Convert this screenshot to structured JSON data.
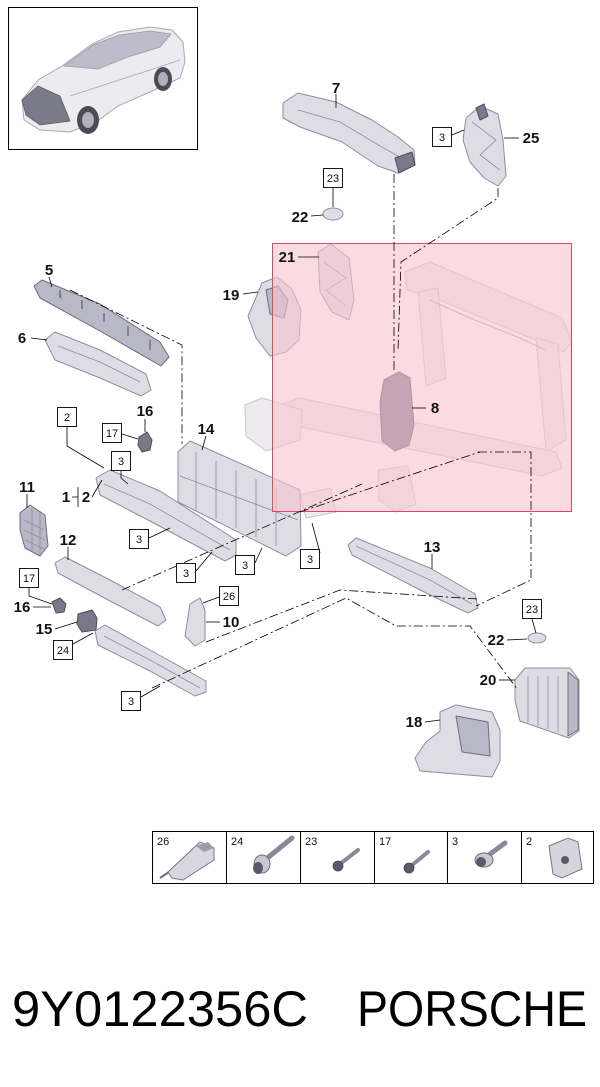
{
  "colors": {
    "highlight_fill": "#f7c3cf",
    "highlight_stroke": "#e2475e",
    "part_fill": "#dedde5",
    "line": "#000000"
  },
  "thumbnail": {
    "icon": "suv-vehicle-icon"
  },
  "callouts": [
    "7",
    "25",
    "22",
    "21",
    "19",
    "5",
    "6",
    "8",
    "16",
    "14",
    "11",
    "1",
    "2",
    "12",
    "13",
    "16",
    "10",
    "15",
    "22",
    "20",
    "18"
  ],
  "boxed_refs": [
    "3",
    "23",
    "2",
    "17",
    "3",
    "3",
    "3",
    "3",
    "3",
    "17",
    "26",
    "24",
    "3",
    "23"
  ],
  "fasteners": [
    {
      "ref": "26",
      "icon": "sleeve-icon"
    },
    {
      "ref": "24",
      "icon": "bolt-with-washer-icon"
    },
    {
      "ref": "23",
      "icon": "screw-icon"
    },
    {
      "ref": "17",
      "icon": "screw-icon"
    },
    {
      "ref": "3",
      "icon": "flange-bolt-icon"
    },
    {
      "ref": "2",
      "icon": "clip-nut-icon"
    }
  ],
  "footer": {
    "part_number": "9Y0122356C",
    "brand": "PORSCHE"
  }
}
